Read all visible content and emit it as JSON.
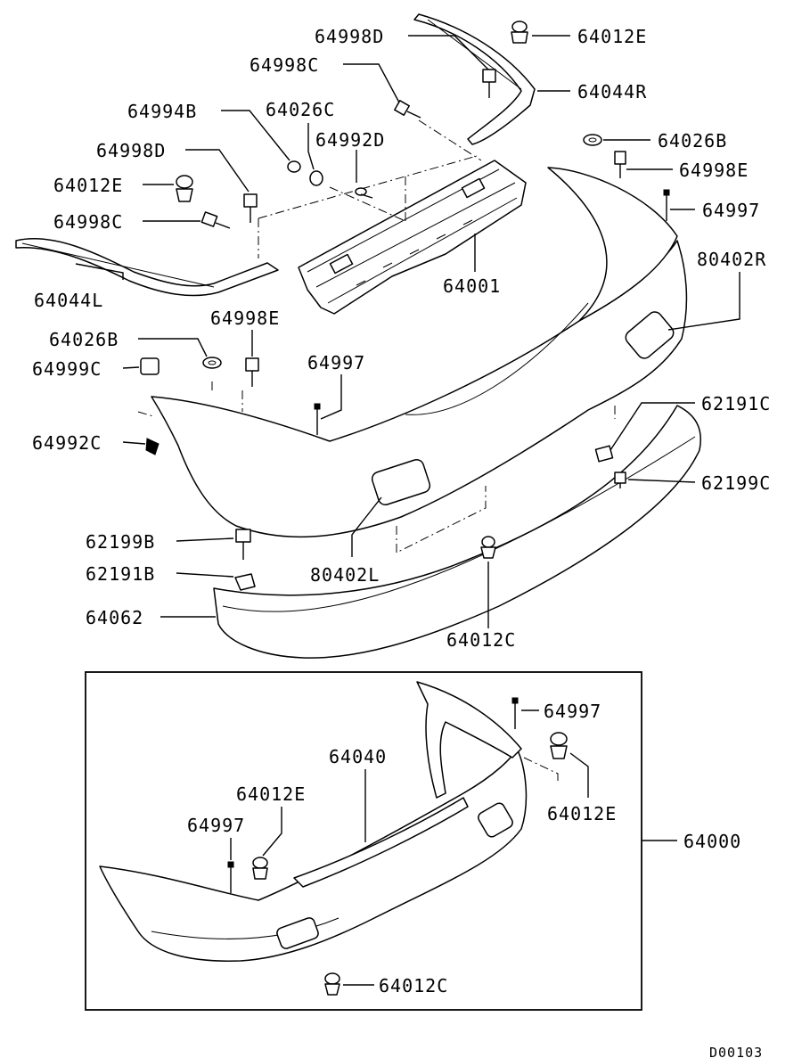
{
  "drawing_code": "D00103",
  "labels": {
    "l_64998D_top": "64998D",
    "l_64012E_top": "64012E",
    "l_64998C_top": "64998C",
    "l_64044R": "64044R",
    "l_64994B": "64994B",
    "l_64026C": "64026C",
    "l_64992D": "64992D",
    "l_64026B_r": "64026B",
    "l_64998D_l": "64998D",
    "l_64998E_r": "64998E",
    "l_64012E_l": "64012E",
    "l_64997_r": "64997",
    "l_64998C_l": "64998C",
    "l_80402R": "80402R",
    "l_64044L": "64044L",
    "l_64001": "64001",
    "l_64998E_l": "64998E",
    "l_64026B_l": "64026B",
    "l_64999C": "64999C",
    "l_64997_mid": "64997",
    "l_62191C": "62191C",
    "l_64992C": "64992C",
    "l_62199C": "62199C",
    "l_62199B": "62199B",
    "l_62191B": "62191B",
    "l_80402L": "80402L",
    "l_64062": "64062",
    "l_64012C": "64012C",
    "l_64997_box_r": "64997",
    "l_64040": "64040",
    "l_64012E_box_l": "64012E",
    "l_64012E_box_r": "64012E",
    "l_64997_box_l": "64997",
    "l_64000": "64000",
    "l_64012C_box": "64012C"
  }
}
